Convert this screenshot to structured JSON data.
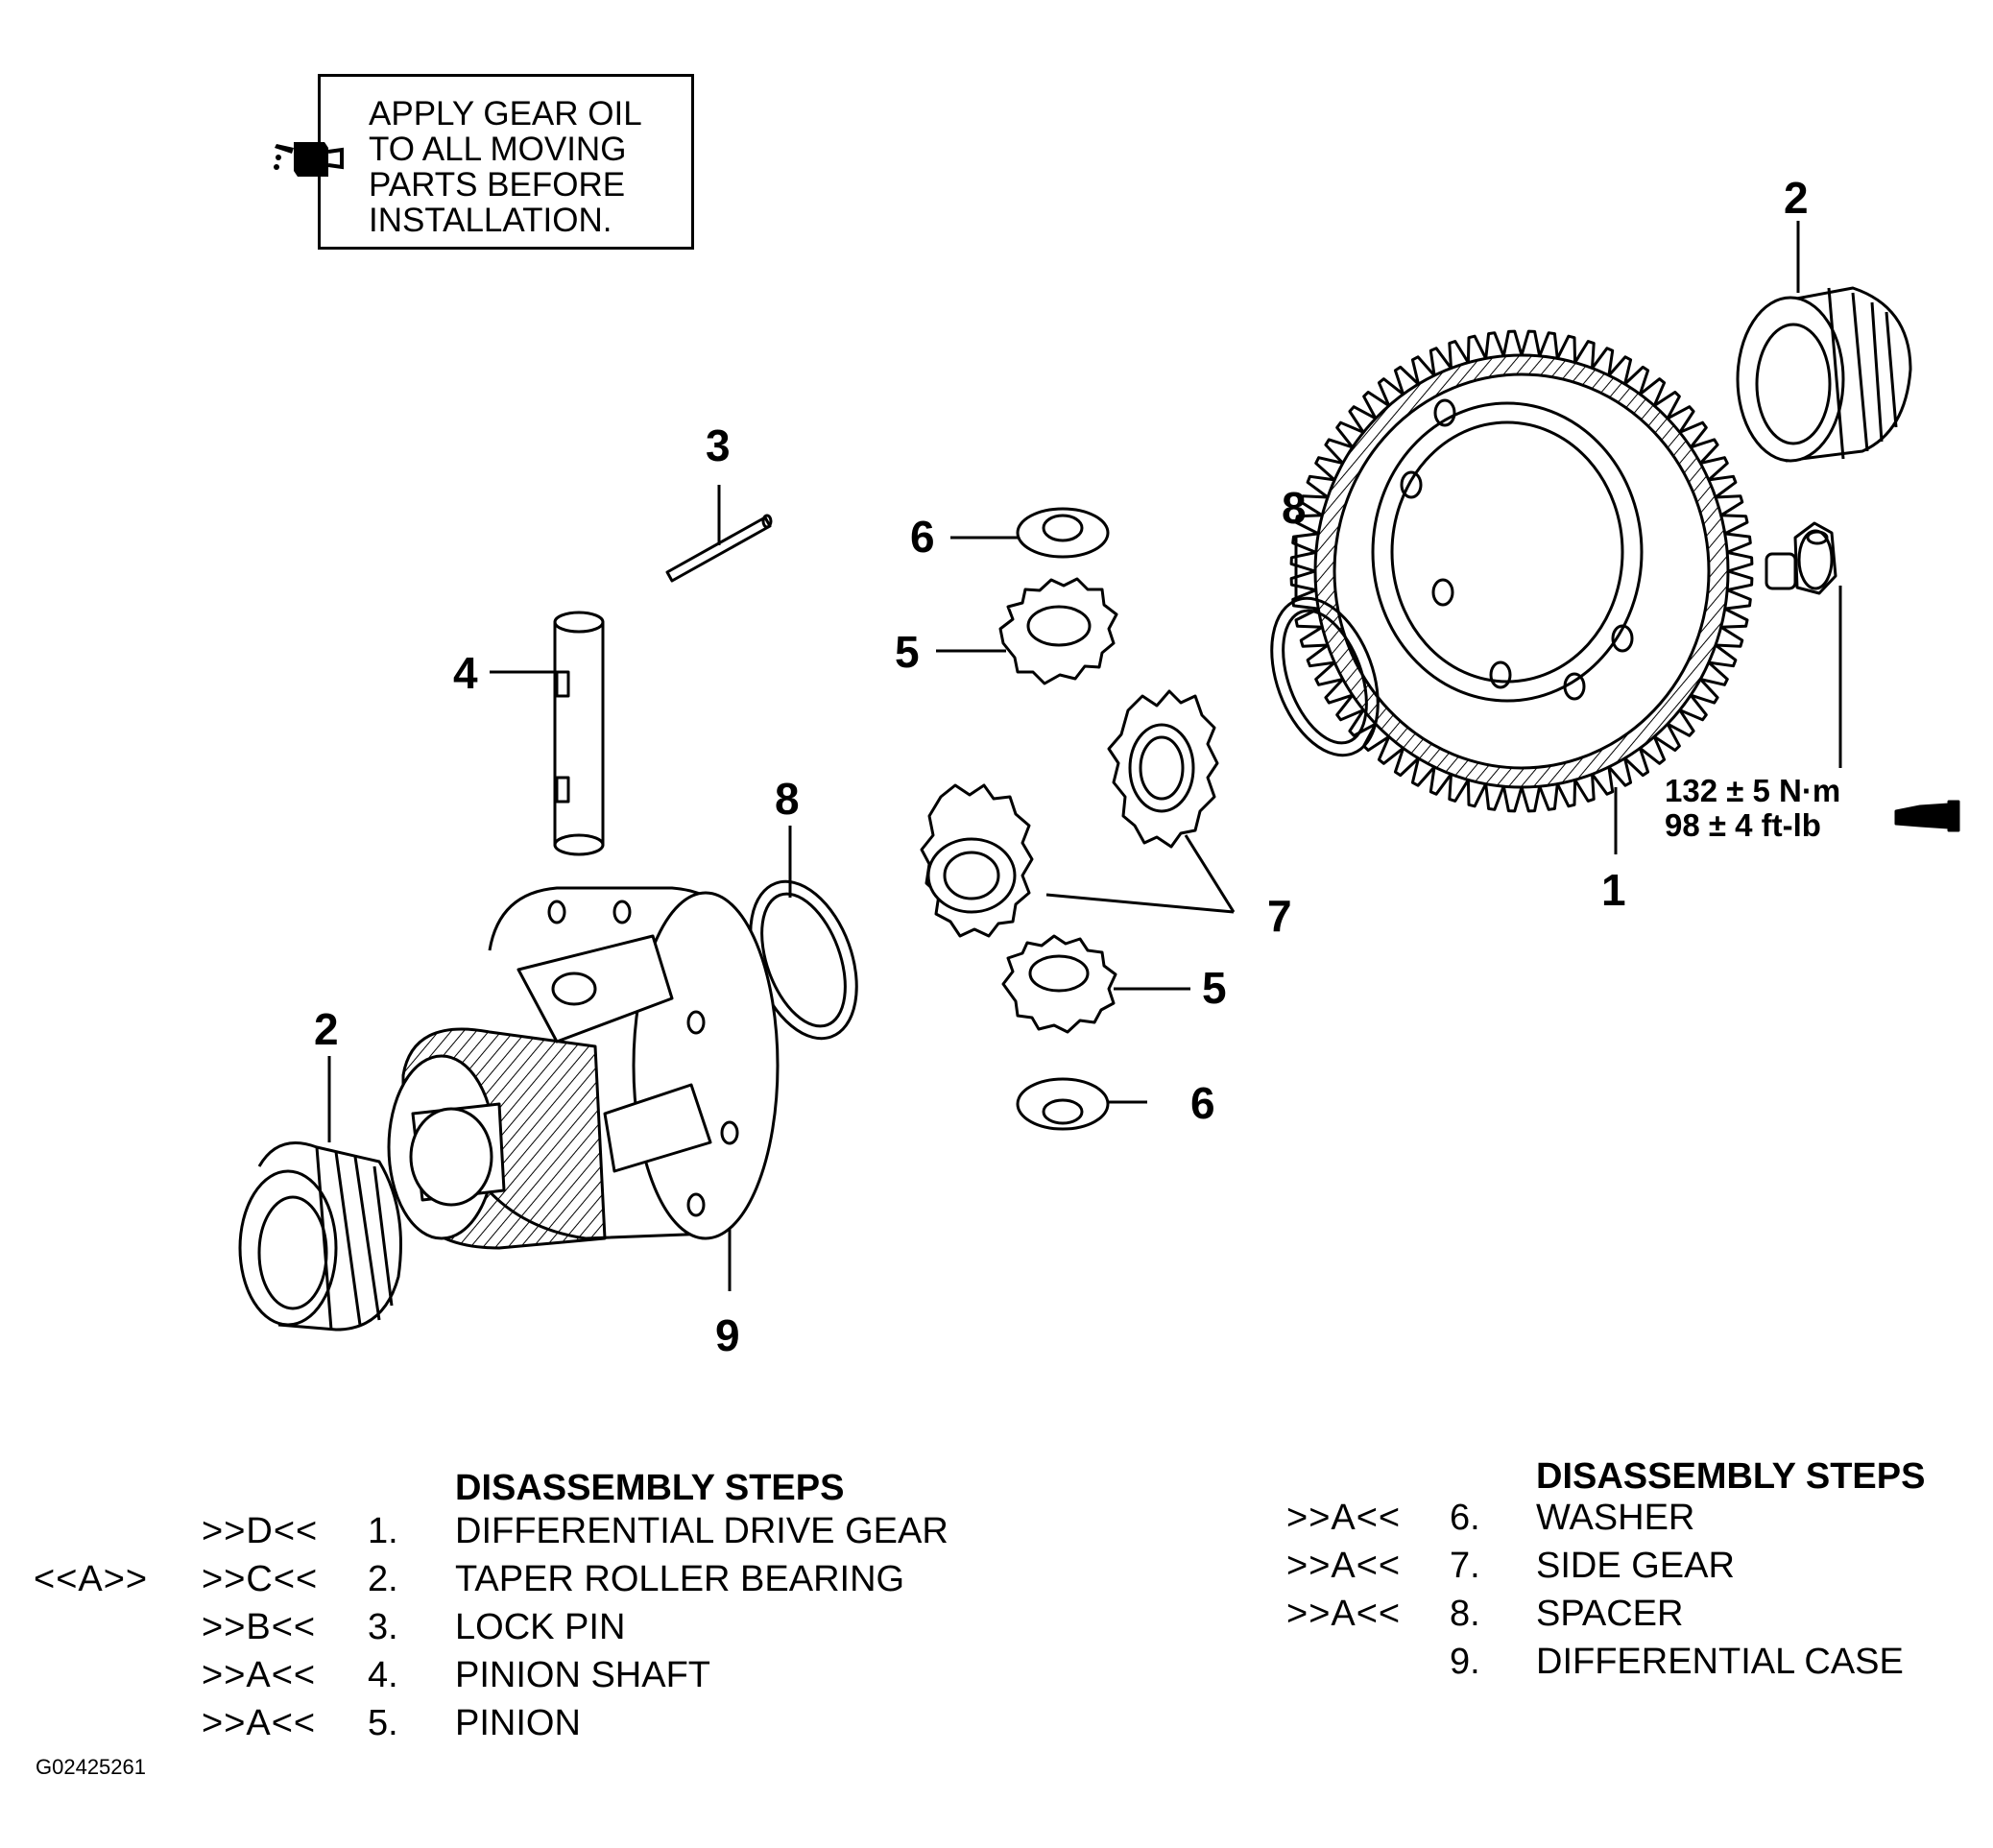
{
  "note": {
    "lines": [
      "APPLY GEAR OIL",
      "TO ALL MOVING",
      "PARTS BEFORE",
      "INSTALLATION."
    ],
    "icon": "oil-can-icon"
  },
  "callouts": {
    "c1": "1",
    "c2a": "2",
    "c2b": "2",
    "c3": "3",
    "c4": "4",
    "c5a": "5",
    "c5b": "5",
    "c6a": "6",
    "c6b": "6",
    "c7": "7",
    "c8a": "8",
    "c8b": "8",
    "c9": "9"
  },
  "torque": {
    "metric": "132 ± 5 N·m",
    "imperial": "98 ± 4 ft-lb",
    "icon": "sealant-tube-icon"
  },
  "steps_left": {
    "heading": "DISASSEMBLY STEPS",
    "rows": [
      {
        "pre": "",
        "code": ">>D<<",
        "num": "1.",
        "name": "DIFFERENTIAL DRIVE GEAR"
      },
      {
        "pre": "<<A>>",
        "code": ">>C<<",
        "num": "2.",
        "name": "TAPER ROLLER BEARING"
      },
      {
        "pre": "",
        "code": ">>B<<",
        "num": "3.",
        "name": "LOCK PIN"
      },
      {
        "pre": "",
        "code": ">>A<<",
        "num": "4.",
        "name": "PINION SHAFT"
      },
      {
        "pre": "",
        "code": ">>A<<",
        "num": "5.",
        "name": "PINION"
      }
    ]
  },
  "steps_right": {
    "heading": "DISASSEMBLY STEPS",
    "rows": [
      {
        "code": ">>A<<",
        "num": "6.",
        "name": "WASHER"
      },
      {
        "code": ">>A<<",
        "num": "7.",
        "name": "SIDE GEAR"
      },
      {
        "code": ">>A<<",
        "num": "8.",
        "name": "SPACER"
      },
      {
        "code": "",
        "num": "9.",
        "name": "DIFFERENTIAL CASE"
      }
    ]
  },
  "figure_id": "G02425261"
}
